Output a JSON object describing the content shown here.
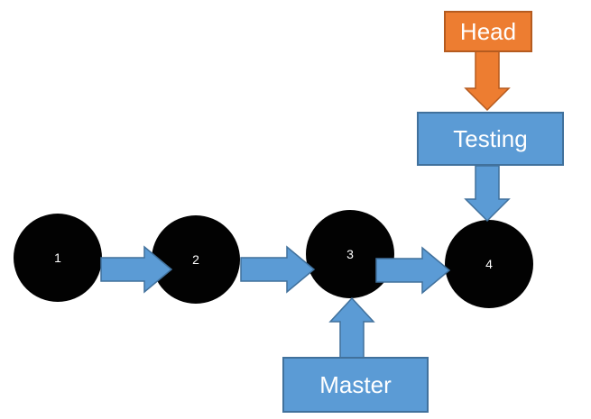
{
  "diagram": {
    "type": "git-branch-diagram",
    "nodes": [
      {
        "id": "commit-1",
        "label": "1"
      },
      {
        "id": "commit-2",
        "label": "2"
      },
      {
        "id": "commit-3",
        "label": "3"
      },
      {
        "id": "commit-4",
        "label": "4"
      }
    ],
    "branch_labels": [
      {
        "id": "head",
        "label": "Head",
        "fill": "#ED7D31",
        "border": "#B55B1F",
        "points_to": "testing"
      },
      {
        "id": "testing",
        "label": "Testing",
        "fill": "#5B9BD5",
        "border": "#41719C",
        "points_to": "commit-4"
      },
      {
        "id": "master",
        "label": "Master",
        "fill": "#5B9BD5",
        "border": "#41719C",
        "points_to": "commit-3"
      }
    ],
    "edges": [
      {
        "from": "commit-1",
        "to": "commit-2",
        "color": "#5B9BD5",
        "direction": "right"
      },
      {
        "from": "commit-2",
        "to": "commit-3",
        "color": "#5B9BD5",
        "direction": "right"
      },
      {
        "from": "commit-3",
        "to": "commit-4",
        "color": "#5B9BD5",
        "direction": "right"
      },
      {
        "from": "head",
        "to": "testing",
        "color": "#ED7D31",
        "direction": "down"
      },
      {
        "from": "testing",
        "to": "commit-4",
        "color": "#5B9BD5",
        "direction": "down"
      },
      {
        "from": "master",
        "to": "commit-3",
        "color": "#5B9BD5",
        "direction": "up"
      }
    ],
    "colors": {
      "background": "#ffffff",
      "node_fill": "#020202",
      "node_text": "#ffffff",
      "blue_fill": "#5B9BD5",
      "blue_border": "#41719C",
      "orange_fill": "#ED7D31",
      "orange_border": "#B55B1F",
      "label_text": "#ffffff"
    }
  }
}
